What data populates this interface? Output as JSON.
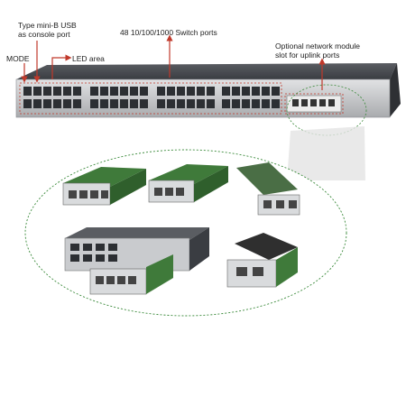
{
  "labels": {
    "mode": "MODE",
    "usb_line1": "Type mini-B USB",
    "usb_line2": "as console port",
    "led": "LED area",
    "switch_ports": "48 10/100/1000 Switch ports",
    "module_line1": "Optional network module",
    "module_line2": "slot for uplink ports"
  },
  "colors": {
    "callout_line": "#c0392b",
    "ellipse_stroke": "#3a8a3a",
    "chassis_top": "#4a4d52",
    "chassis_front": "#c9cbce",
    "port": "#2c2f33",
    "pcb_green": "#3f7a3a",
    "module_metal": "#d9dbdd"
  },
  "icons": [
    "switch-chassis",
    "network-module"
  ]
}
